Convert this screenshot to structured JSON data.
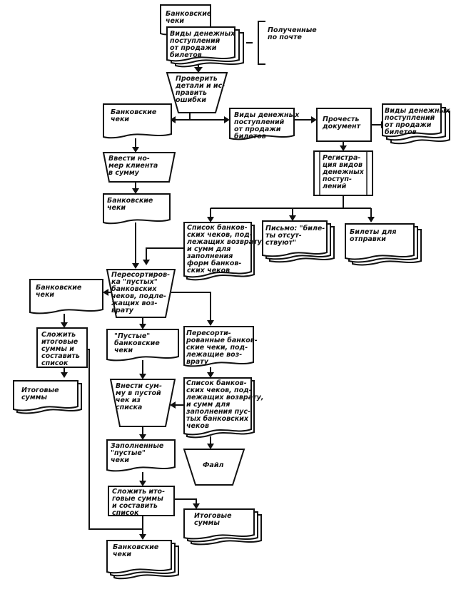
{
  "labels": {
    "n1": [
      "Банковские",
      "чеки"
    ],
    "n2": [
      "Виды денежных",
      "поступлений",
      "от продажи",
      "билетов"
    ],
    "n3": [
      "Полученные",
      "по почте"
    ],
    "n4": [
      "Проверить",
      "детали и ис-",
      "править",
      "ошибки"
    ],
    "n5": [
      "Банковские",
      "чеки"
    ],
    "n6": [
      "Виды денежных",
      "поступлений",
      "от продажи",
      "билетов"
    ],
    "n7": [
      "Прочесть",
      "документ"
    ],
    "n8": [
      "Виды денежных",
      "поступлений",
      "от продажи",
      "билетов"
    ],
    "n9": [
      "Регистра-",
      "ция видов",
      "денежных",
      "поступ-",
      "лений"
    ],
    "n10": [
      "Ввести но-",
      "мер клиента",
      "в сумму"
    ],
    "n11": [
      "Банковские",
      "чеки"
    ],
    "n12": [
      "Список банков-",
      "ских чеков, под-",
      "лежащих возврату,",
      "и сумм для",
      "заполнения",
      "форм банков-",
      "ских чеков"
    ],
    "n13": [
      "Письмо: \"биле-",
      "ты отсут-",
      "ствуют\""
    ],
    "n14": [
      "Билеты для",
      "отправки"
    ],
    "n15": [
      "Пересортиров-",
      "ка \"пустых\"",
      "банковских",
      "чеков, подле-",
      "жащих воз-",
      "врату"
    ],
    "n16": [
      "Банковские",
      "чеки"
    ],
    "n17": [
      "Сложить",
      "итоговые",
      "суммы и",
      "составить",
      "список"
    ],
    "n18": [
      "\"Пустые\"",
      "банковские",
      "чеки"
    ],
    "n19": [
      "Пересорти-",
      "рованные банков-",
      "ские чеки, под-",
      "лежащие воз-",
      "врату"
    ],
    "n20": [
      "Итоговые",
      "суммы"
    ],
    "n21": [
      "Внести сум-",
      "му в пустой",
      "чек из",
      "списка"
    ],
    "n22": [
      "Список банков-",
      "ских чеков, под-",
      "лежащих возврату,",
      "и сумм для",
      "заполнения пус-",
      "тых банковских",
      "чеков"
    ],
    "n23": [
      "Заполненные",
      "\"пустые\"",
      "чеки"
    ],
    "n24": [
      "Файл"
    ],
    "n25": [
      "Сложить ито-",
      "говые суммы",
      "и составить",
      "список"
    ],
    "n26": [
      "Итоговые",
      "суммы"
    ],
    "n27": [
      "Банковские",
      "чеки"
    ]
  }
}
